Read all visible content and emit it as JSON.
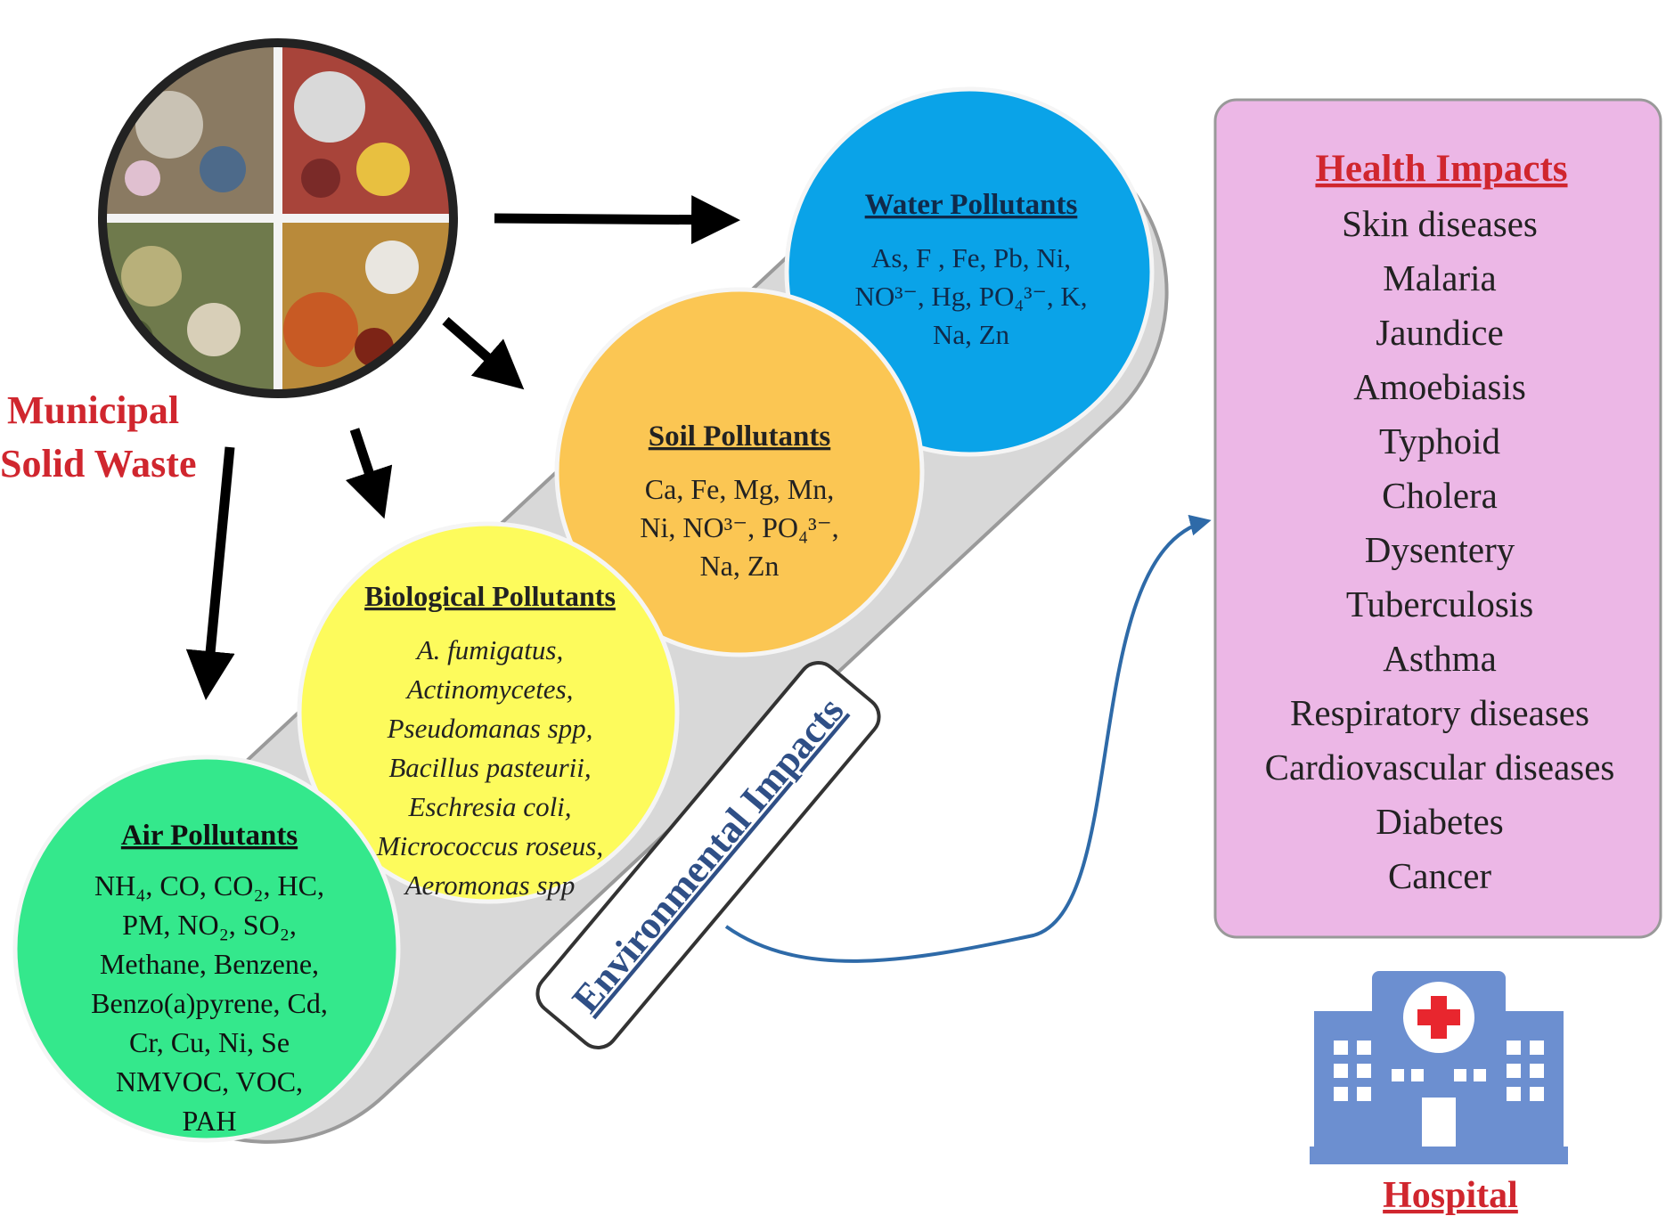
{
  "source": {
    "title_lines": [
      "Municipal",
      "Solid Waste"
    ]
  },
  "water": {
    "title": "Water Pollutants",
    "lines": [
      "As, F , Fe, Pb, Ni,",
      "NO³⁻, Hg, PO₄³⁻, K,",
      "Na, Zn"
    ]
  },
  "soil": {
    "title": "Soil Pollutants",
    "lines": [
      "Ca, Fe, Mg, Mn,",
      "Ni, NO³⁻, PO₄³⁻,",
      "Na, Zn"
    ]
  },
  "bio": {
    "title": "Biological Pollutants",
    "lines": [
      "A. fumigatus,",
      "Actinomycetes,",
      "Pseudomanas spp,",
      "Bacillus pasteurii,",
      "Eschresia coli,",
      "Micrococcus roseus,",
      "Aeromonas spp"
    ]
  },
  "air": {
    "title": "Air Pollutants",
    "lines": [
      "NH₄, CO, CO₂, HC,",
      "PM, NO₂, SO₂,",
      "Methane, Benzene,",
      "Benzo(a)pyrene,  Cd,",
      "Cr, Cu, Ni, Se",
      "NMVOC, VOC,",
      "PAH"
    ]
  },
  "env_label": "Environmental Impacts",
  "health": {
    "title": "Health Impacts",
    "items": [
      "Skin diseases",
      "Malaria",
      "Jaundice",
      "Amoebiasis",
      "Typhoid",
      "Cholera",
      "Dysentery",
      "Tuberculosis",
      "Asthma",
      "Respiratory diseases",
      "Cardiovascular diseases",
      "Diabetes",
      "Cancer"
    ]
  },
  "hospital_label": "Hospital",
  "colors": {
    "water": "#0aa3e8",
    "soil": "#fbc653",
    "bio": "#fdfb5c",
    "air": "#34e88c",
    "capsule": "#d8d8d8",
    "health_box": "#ecb7e6",
    "hospital": "#6c8fd0",
    "title_red": "#d0262e",
    "connector": "#2e6aa8"
  }
}
